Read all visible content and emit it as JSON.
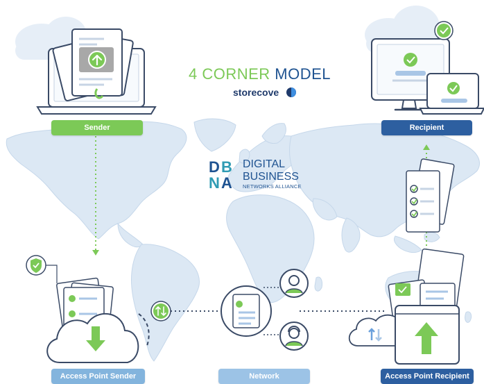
{
  "title": {
    "part1": "4 CORNER ",
    "part2": "MODEL"
  },
  "brand": {
    "name": "storecove"
  },
  "dbna": {
    "monogram": "DBNA",
    "line1": "DIGITAL",
    "line2": "BUSINESS",
    "line3": "NETWORKS ALLIANCE"
  },
  "labels": {
    "sender": "Sender",
    "recipient": "Recipient",
    "access_point_sender": "Access Point Sender",
    "network": "Network",
    "access_point_recipient": "Access Point Recipient"
  },
  "colors": {
    "green": "#7cc957",
    "dark_blue": "#2d5fa0",
    "light_blue": "#9cc3e6",
    "map": "#dce8f4",
    "line": "#3a4a66"
  },
  "icons": [
    "laptop-icon",
    "document-stack-icon",
    "upload-arrow-icon",
    "desktop-monitor-icon",
    "laptop-small-icon",
    "checkmark-badge-icon",
    "checklist-icon",
    "shield-check-icon",
    "cloud-download-icon",
    "transfer-arrows-icon",
    "user-female-icon",
    "user-headset-icon",
    "cloud-sync-icon",
    "upload-box-icon",
    "world-map"
  ]
}
